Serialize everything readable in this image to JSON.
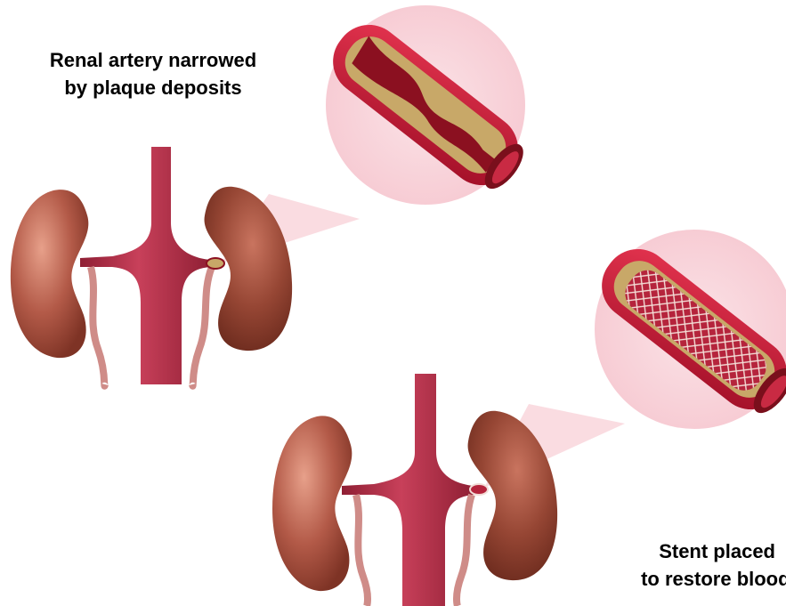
{
  "captions": {
    "top": {
      "line1": "Renal artery narrowed",
      "line2": "by plaque deposits"
    },
    "bottom": {
      "line1": "Stent placed",
      "line2": "to restore blood f"
    }
  },
  "colors": {
    "aorta": "#b82b45",
    "kidney": "#b35a48",
    "kidney_dark": "#7e3325",
    "ureter": "#cf8c88",
    "callout_fill": "#f9dbe0",
    "callout_pink": "#f7c3cc",
    "vessel_wall": "#c8203a",
    "plaque": "#c8a868",
    "blood_dark": "#7a0f1c",
    "stent_mesh": "#f2dcd6"
  }
}
